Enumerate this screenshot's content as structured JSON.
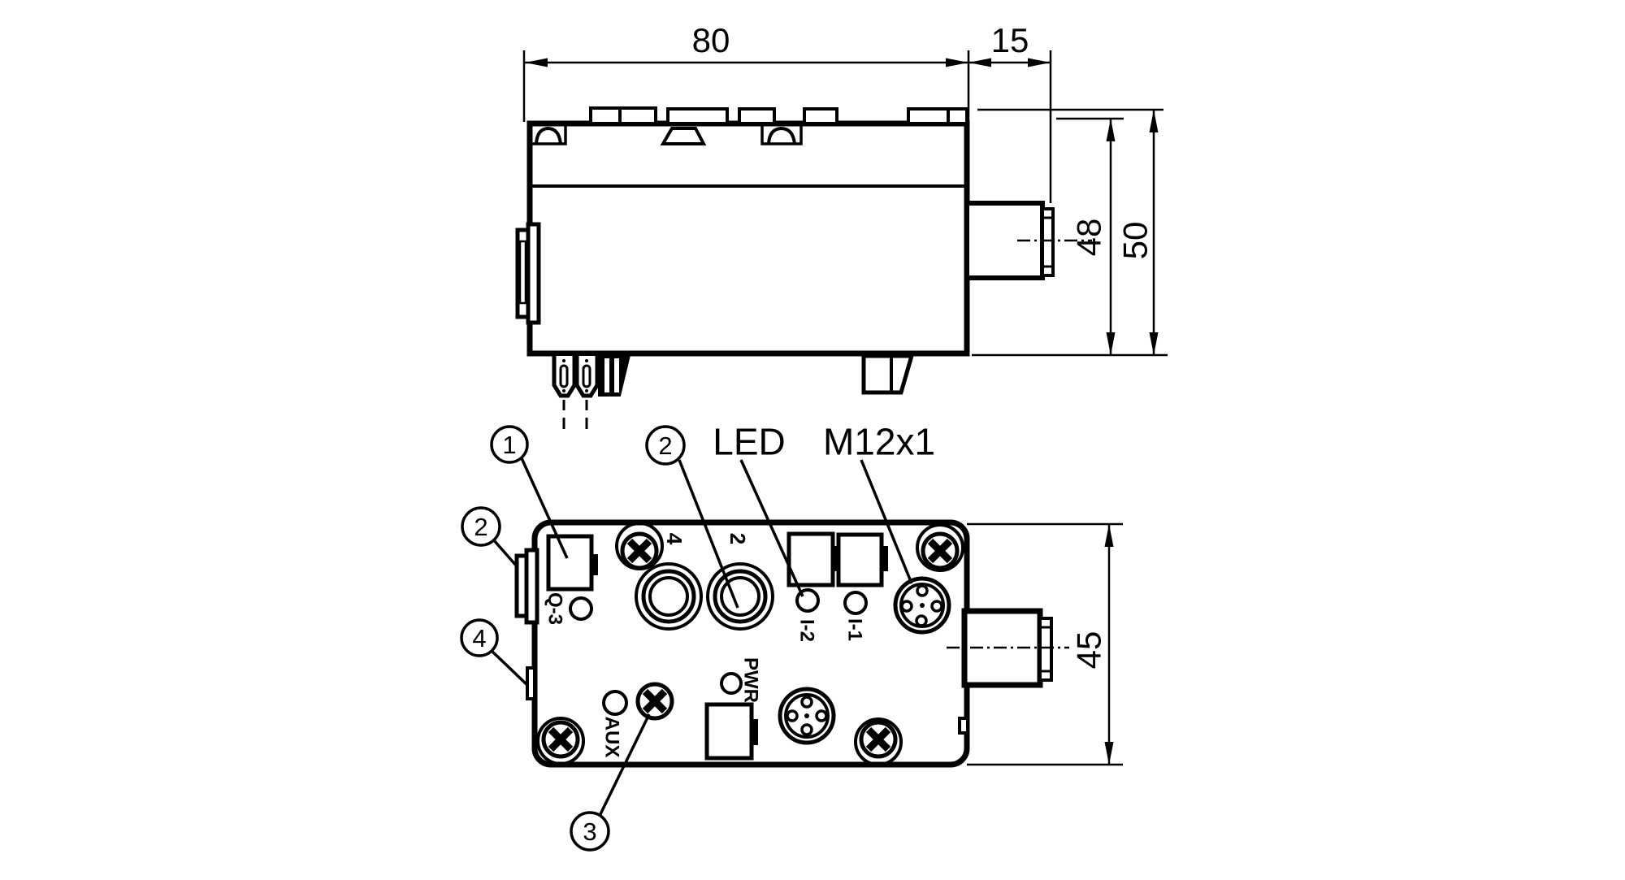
{
  "page": {
    "background": "#ffffff",
    "ink": "#000000"
  },
  "dimensions": {
    "body_width": "80",
    "connector_length": "15",
    "body_height": "48",
    "total_height": "50",
    "front_height": "45"
  },
  "labels": {
    "led": "LED",
    "thread": "M12x1"
  },
  "callouts": {
    "c1": "1",
    "c2": "2",
    "c3": "3",
    "c4": "4"
  },
  "ports": {
    "q3": "Q-3",
    "i2": "I-2",
    "i1": "I-1",
    "pwr": "PWR",
    "aux": "AUX",
    "socket4": "4",
    "socket2": "2"
  }
}
